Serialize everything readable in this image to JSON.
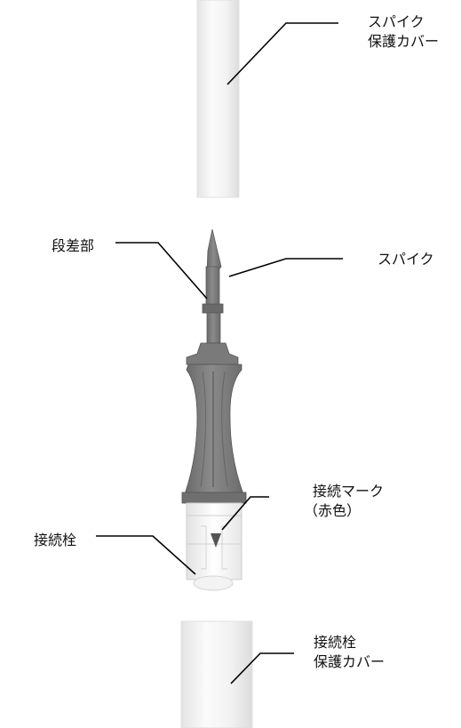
{
  "labels": {
    "spike_cover_line1": "スパイク",
    "spike_cover_line2": "保護カバー",
    "step_part": "段差部",
    "spike": "スパイク",
    "connect_mark_line1": "接続マーク",
    "connect_mark_line2": "（赤色）",
    "connect_plug": "接続栓",
    "plug_cover_line1": "接続栓",
    "plug_cover_line2": "保護カバー"
  },
  "colors": {
    "device_gray": "#7b7b7b",
    "device_dark": "#5c5c5c",
    "cover_light": "#f3f3f3",
    "cover_edge": "#d9d9d9",
    "mark": "#555555"
  }
}
